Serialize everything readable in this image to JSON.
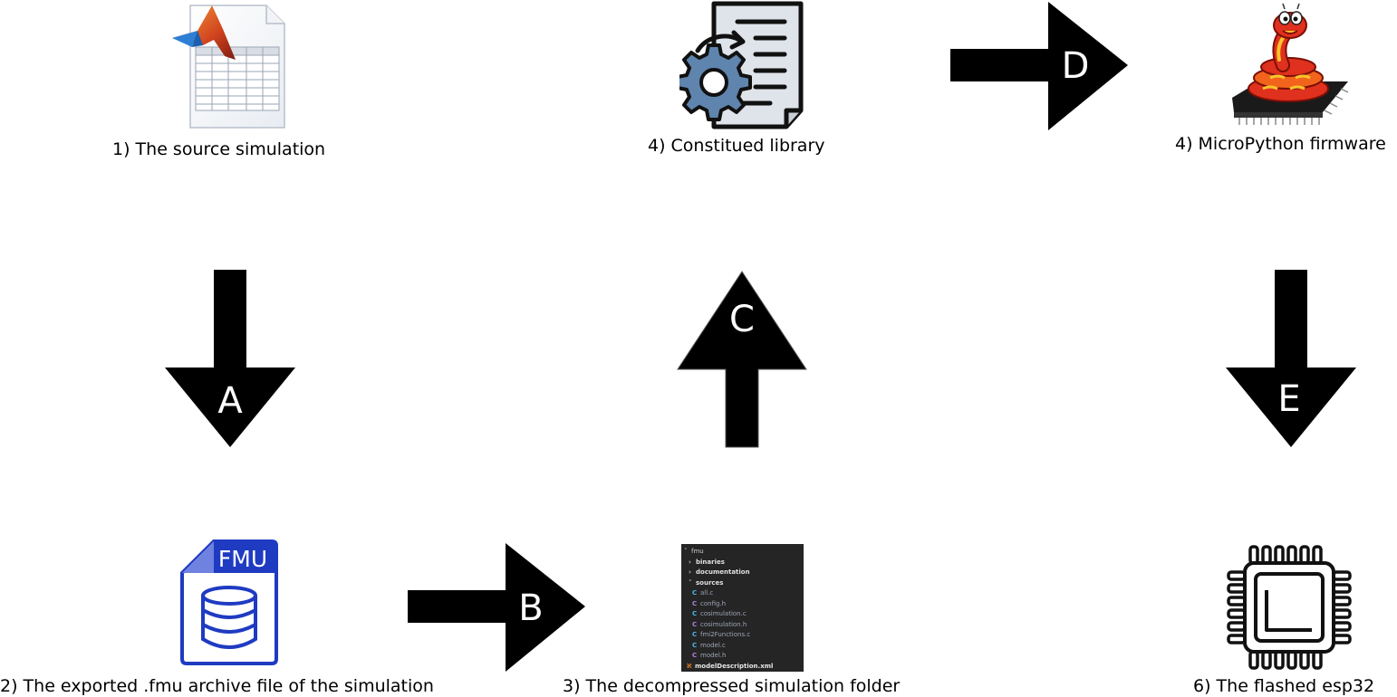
{
  "nodes": {
    "source_simulation": {
      "caption": "1) The source simulation",
      "icon": "matlab-spreadsheet-icon"
    },
    "constituted_library": {
      "caption": "4) Constitued library",
      "icon": "gear-document-icon"
    },
    "micropython_firmware": {
      "caption": "4) MicroPython firmware",
      "icon": "micropython-snake-chip-icon"
    },
    "fmu_archive": {
      "caption": "2) The exported .fmu archive file of the simulation",
      "icon": "fmu-database-file-icon",
      "badge": "FMU"
    },
    "decompressed_folder": {
      "caption": "3) The decompressed simulation folder",
      "icon": "file-tree-screenshot"
    },
    "flashed_esp32": {
      "caption": "6) The flashed esp32",
      "icon": "microchip-icon"
    }
  },
  "arrows": {
    "A": {
      "label": "A",
      "direction": "down"
    },
    "B": {
      "label": "B",
      "direction": "right"
    },
    "C": {
      "label": "C",
      "direction": "up"
    },
    "D": {
      "label": "D",
      "direction": "right"
    },
    "E": {
      "label": "E",
      "direction": "down"
    }
  },
  "file_tree": {
    "root": "fmu",
    "items": [
      {
        "name": "binaries",
        "type": "folder",
        "expanded": false
      },
      {
        "name": "documentation",
        "type": "folder",
        "expanded": false
      },
      {
        "name": "sources",
        "type": "folder",
        "expanded": true
      },
      {
        "name": "all.c",
        "type": "c-file"
      },
      {
        "name": "config.h",
        "type": "h-file"
      },
      {
        "name": "cosimulation.c",
        "type": "c-file"
      },
      {
        "name": "cosimulation.h",
        "type": "h-file"
      },
      {
        "name": "fmi2Functions.c",
        "type": "c-file"
      },
      {
        "name": "model.c",
        "type": "c-file"
      },
      {
        "name": "model.h",
        "type": "h-file"
      },
      {
        "name": "modelDescription.xml",
        "type": "xml-file"
      }
    ]
  },
  "colors": {
    "arrow": "#000000",
    "arrow_label": "#ffffff",
    "fmu_blue": "#1f3bc2",
    "gear_blue": "#5f84ad",
    "doc_fill": "#dfe3ea"
  }
}
